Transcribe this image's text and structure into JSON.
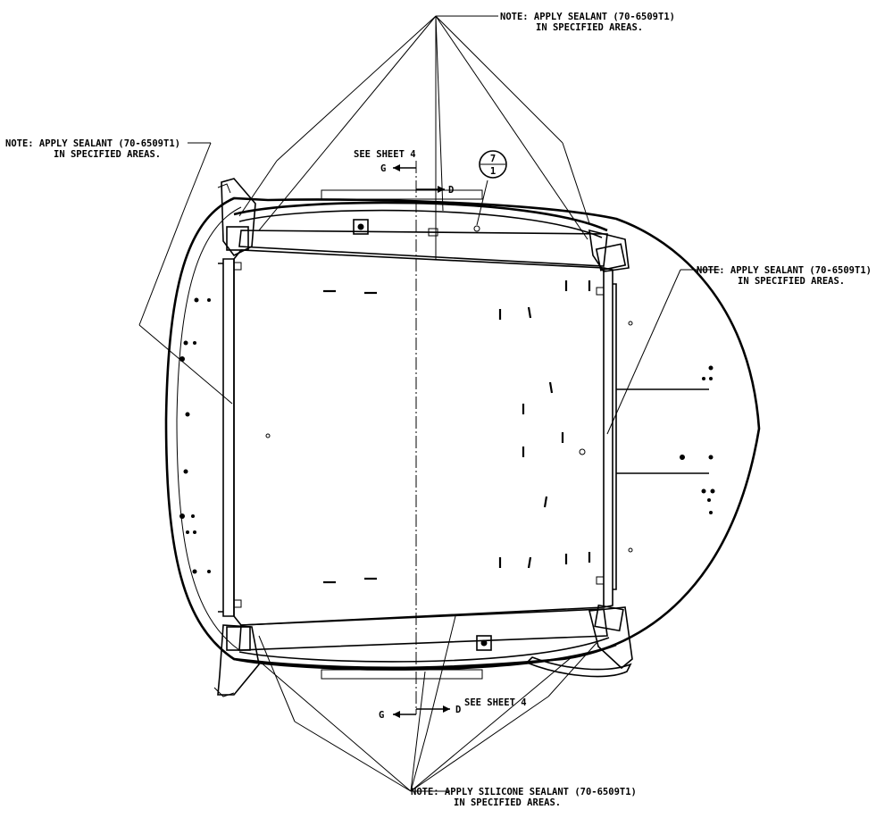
{
  "notes": {
    "top_line1": "NOTE:  APPLY SEALANT (70-6509T1)",
    "top_line2": "IN SPECIFIED AREAS.",
    "left_line1": "NOTE:  APPLY SEALANT (70-6509T1)",
    "left_line2": "IN SPECIFIED AREAS.",
    "right_line1": "NOTE:  APPLY SEALANT (70-6509T1)",
    "right_line2": "IN SPECIFIED AREAS.",
    "bottom_line1": "NOTE:  APPLY SILICONE SEALANT (70-6509T1)",
    "bottom_line2": "IN SPECIFIED AREAS."
  },
  "section_refs": {
    "top_see": "SEE SHEET 4",
    "top_g": "G",
    "top_d": "D",
    "bottom_see": "SEE SHEET 4",
    "bottom_g": "G",
    "bottom_d": "D"
  },
  "balloon": {
    "top": "7",
    "bottom": "1"
  }
}
